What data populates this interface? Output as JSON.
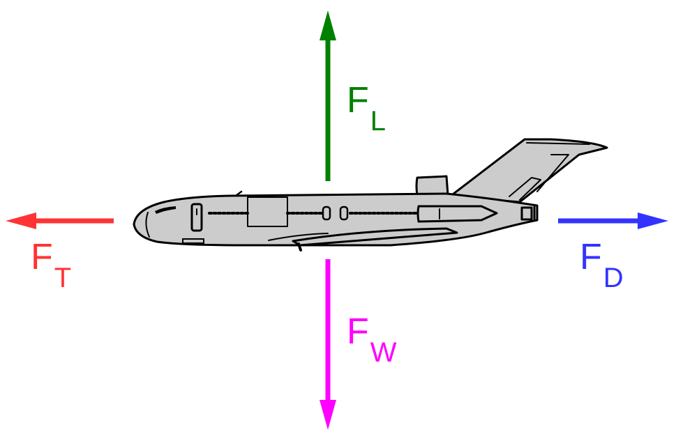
{
  "forces": {
    "lift": {
      "symbol": "F",
      "subscript": "L",
      "color": "#008000"
    },
    "thrust": {
      "symbol": "F",
      "subscript": "T",
      "color": "#ff3333"
    },
    "drag": {
      "symbol": "F",
      "subscript": "D",
      "color": "#3333ff"
    },
    "weight": {
      "symbol": "F",
      "subscript": "W",
      "color": "#ff00ff"
    }
  },
  "airplane": {
    "icon": "jet-airliner-icon",
    "fill": "#cccccc",
    "outline": "#000000"
  }
}
